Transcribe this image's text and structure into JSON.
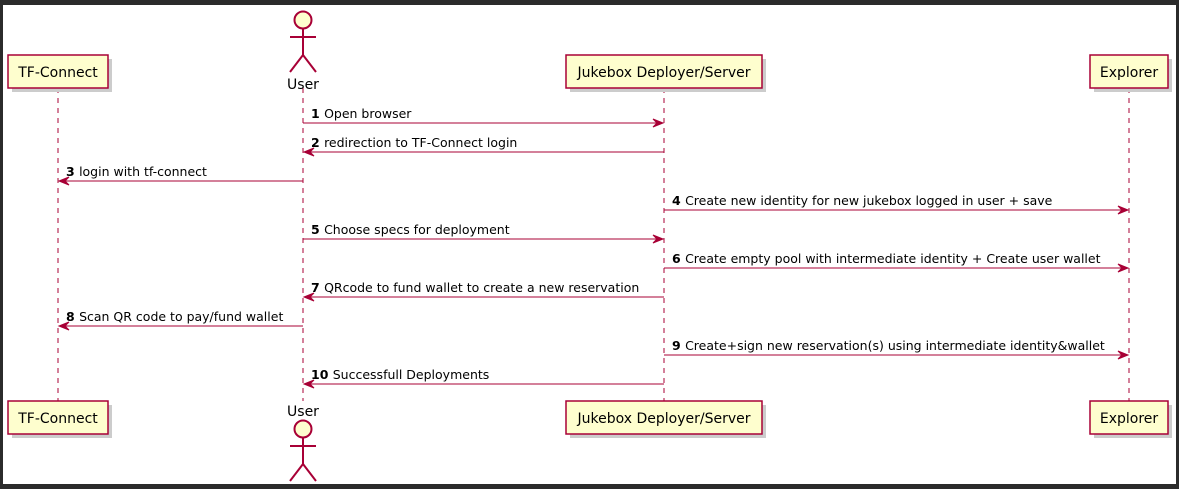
{
  "participants": [
    {
      "id": "tf",
      "label": "TF-Connect",
      "kind": "box"
    },
    {
      "id": "user",
      "label": "User",
      "kind": "actor"
    },
    {
      "id": "jukebox",
      "label": "Jukebox Deployer/Server",
      "kind": "box"
    },
    {
      "id": "explorer",
      "label": "Explorer",
      "kind": "box"
    }
  ],
  "messages": [
    {
      "num": "1",
      "text": "Open browser",
      "from": "user",
      "to": "jukebox"
    },
    {
      "num": "2",
      "text": "redirection to TF-Connect login",
      "from": "jukebox",
      "to": "user"
    },
    {
      "num": "3",
      "text": "login with tf-connect",
      "from": "user",
      "to": "tf"
    },
    {
      "num": "4",
      "text": "Create new identity for new jukebox logged in user + save",
      "from": "jukebox",
      "to": "explorer"
    },
    {
      "num": "5",
      "text": "Choose specs for deployment",
      "from": "user",
      "to": "jukebox"
    },
    {
      "num": "6",
      "text": "Create empty pool with intermediate identity + Create user wallet",
      "from": "jukebox",
      "to": "explorer"
    },
    {
      "num": "7",
      "text": "QRcode to fund wallet to create a new reservation",
      "from": "jukebox",
      "to": "user"
    },
    {
      "num": "8",
      "text": "Scan QR code to pay/fund wallet",
      "from": "user",
      "to": "tf"
    },
    {
      "num": "9",
      "text": "Create+sign new reservation(s) using intermediate identity&wallet",
      "from": "jukebox",
      "to": "explorer"
    },
    {
      "num": "10",
      "text": "Successfull Deployments",
      "from": "jukebox",
      "to": "user"
    }
  ],
  "colors": {
    "arrow": "#a80036",
    "box_fill": "#fefece",
    "box_stroke": "#a80036",
    "lifeline": "#a80036",
    "frame_bg": "#2b2b2b"
  }
}
